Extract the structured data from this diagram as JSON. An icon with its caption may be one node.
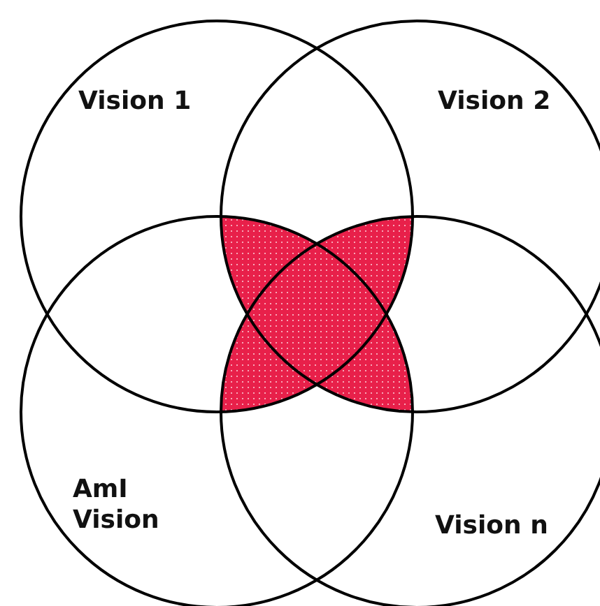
{
  "diagram": {
    "nodes": [
      {
        "text": [
          "Vision 1"
        ]
      },
      {
        "text": [
          "Vision 2"
        ]
      },
      {
        "text": [
          "AmI Vision"
        ]
      },
      {
        "text": [
          "Vision n"
        ]
      }
    ],
    "edges": []
  }
}
